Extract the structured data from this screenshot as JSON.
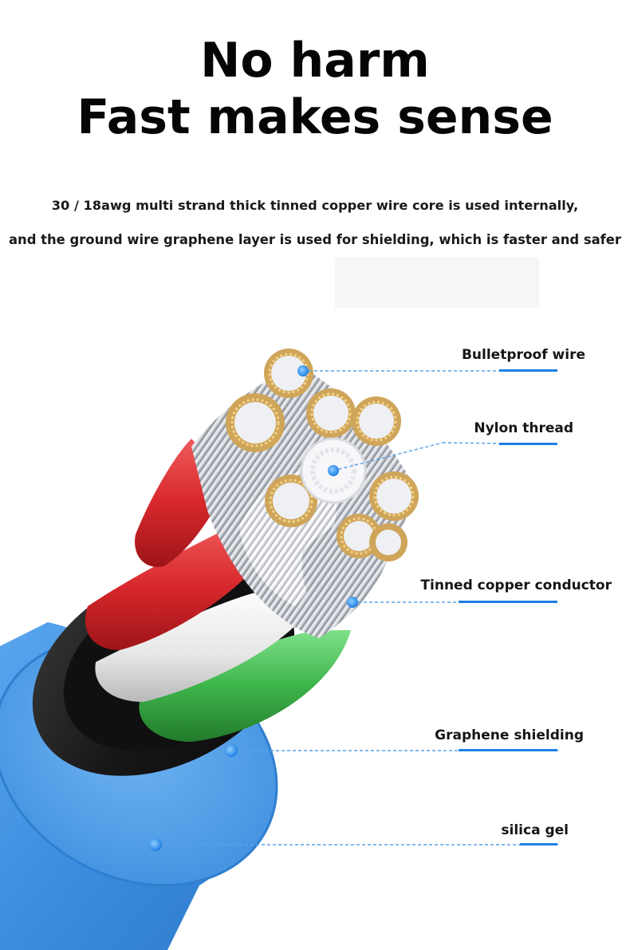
{
  "heading": {
    "line1": "No harm",
    "line2": "Fast makes sense"
  },
  "description": {
    "line1": "30 / 18awg multi strand thick tinned copper wire core is used internally,",
    "line2": "and the ground wire graphene layer is used for shielding, which is faster and safer"
  },
  "callouts": [
    {
      "label": "Bulletproof wire"
    },
    {
      "label": "Nylon thread"
    },
    {
      "label": "Tinned copper conductor"
    },
    {
      "label": "Graphene shielding"
    },
    {
      "label": "silica gel"
    }
  ],
  "colors": {
    "accent": "#1f7fe6",
    "outer_jacket": "#3d8fdf",
    "shield": "#1c1c1c",
    "wire_red": "#d7282c",
    "wire_white": "#e9e9e9",
    "wire_green": "#3db54a",
    "tinned_copper": "#c9ccd2",
    "bulletproof_yarn": "#d8b46a"
  }
}
